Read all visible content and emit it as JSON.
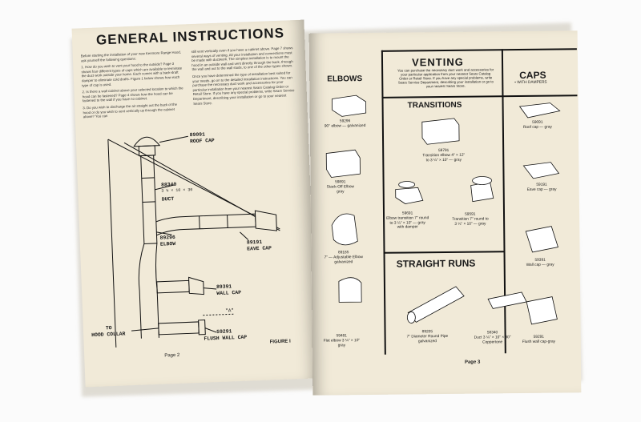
{
  "left": {
    "title": "GENERAL INSTRUCTIONS",
    "intro": "Before starting the installation of your new Kenmore Range Hood, ask yourself the following questions:",
    "q1": "1. How do you wish to vent your hood to the outside? Page 3 shows four different types of caps which are available to terminate the duct work outside your home. Each comes with a back-draft damper to eliminate cold drafts. Figure 1 below shows how each type of cap is used.",
    "q2": "2. Is there a wall cabinet above your selected location to which the hood can be fastened? Page 4 shows how the hood can be fastened to the wall if you have no cabinet.",
    "q3": "3. Do you wish to discharge the air straight out the back of the hood or do you wish to vent vertically up through the cabinet above? You can",
    "col2a": "still vent vertically even if you have a cabinet above. Page 7 shows several ways of venting. All your installation and connections must be made with ductwork. The simplest installation is to mount the hood in an outside wall and vent directly through the back, through the wall and out to the wall studs, to one of the other types shown.",
    "col2b": "Once you have determined the type of installation best suited for your needs, go on to the detailed installation instructions. You can purchase the necessary duct work and accessories for your particular installation from your nearest Sears Catalog Order or Retail Store. If you have any special problems, write Sears Service Department, describing your installation or go to your nearest Sears Store.",
    "labels": {
      "roof_cap_num": "89091",
      "roof_cap": "ROOF CAP",
      "duct_num": "88340",
      "duct_size": "3 ¼ × 10 × 30",
      "duct": "DUCT",
      "elbow_num": "89296",
      "elbow": "ELBOW",
      "eave_num": "89191",
      "eave": "EAVE CAP",
      "wall_num": "89391",
      "wall": "WALL CAP",
      "to": "TO",
      "hood": "HOOD COLLAR",
      "a": "\"A\"",
      "flush_num": "59291",
      "flush": "FLUSH WALL CAP"
    },
    "page_num": "Page 2",
    "figure": "FIGURE I"
  },
  "right": {
    "venting": "VENTING",
    "venting_text": "You can purchase the necessary duct work and accessories for your particular application from your nearest Sears Catalog Order or Retail Store. If you have any special problems, write Sears Service Department, describing your installation or go to your nearest Sears Store.",
    "elbows": "ELBOWS",
    "caps": "CAPS",
    "caps_sub": "• WITH DAMPERS",
    "transitions": "TRANSITIONS",
    "straight": "STRAIGHT RUNS",
    "items": {
      "e1_num": "59296",
      "e1_desc": "90° elbow — galvanized",
      "e2_num": "59891",
      "e2_desc": "Stack-Off Elbow",
      "e2_color": "gray",
      "e3_num": "89185",
      "e3_desc": "7\" — Adjustable Elbow",
      "e3_color": "galvanized",
      "e4_num": "59491",
      "e4_desc": "Flat elbow 3 ¼\" × 10\"",
      "e4_color": "gray",
      "t1_num": "59791",
      "t1_desc": "Transition elbow 4\" × 12\"",
      "t1_desc2": "to 3 ¼\" × 10\" — gray",
      "t2_num": "59691",
      "t2_desc": "Elbow transition 7\" round",
      "t2_desc2": "to 3 ¼\" × 10\" — gray",
      "t2_desc3": "with damper",
      "t3_num": "59591",
      "t3_desc": "Transition 7\" round to",
      "t3_desc2": "3 ¼\" × 10\" — gray",
      "s1_num": "89205",
      "s1_desc": "7\" Diameter Round Pipe",
      "s1_desc2": "galvanized",
      "s2_num": "58340",
      "s2_desc": "Duct 3 ¼\" × 10\" × 30\"",
      "s2_desc2": "Coppertone",
      "c1_num": "59091",
      "c1_desc": "Roof cap — gray",
      "c2_num": "59191",
      "c2_desc": "Eave cap — gray",
      "c3_num": "59391",
      "c3_desc": "Wall cap — gray",
      "c4_num": "59291",
      "c4_desc": "Flush wall cap-gray"
    },
    "page_num": "Page 3"
  },
  "colors": {
    "paper": "#f1ead8",
    "ink": "#1a1a1a"
  }
}
